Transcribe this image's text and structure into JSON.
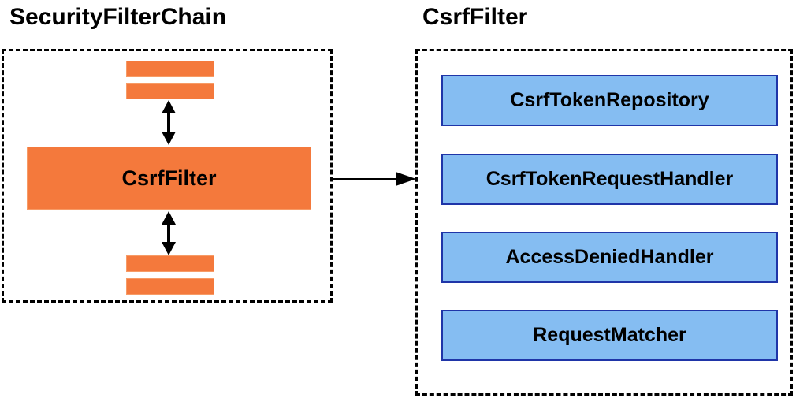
{
  "colors": {
    "orange": "#F4793C",
    "orange_edge": "#F79B66",
    "blue": "#85BDF2",
    "blue_edge": "#1F35A8",
    "shadow_dark": "#A3A3A3",
    "shadow_light": "#E2E2E2",
    "line": "#000000"
  },
  "left_panel": {
    "title": "SecurityFilterChain",
    "filter_label": "CsrfFilter"
  },
  "right_panel": {
    "title": "CsrfFilter",
    "components": [
      {
        "label": "CsrfTokenRepository"
      },
      {
        "label": "CsrfTokenRequestHandler"
      },
      {
        "label": "AccessDeniedHandler"
      },
      {
        "label": "RequestMatcher"
      }
    ]
  }
}
